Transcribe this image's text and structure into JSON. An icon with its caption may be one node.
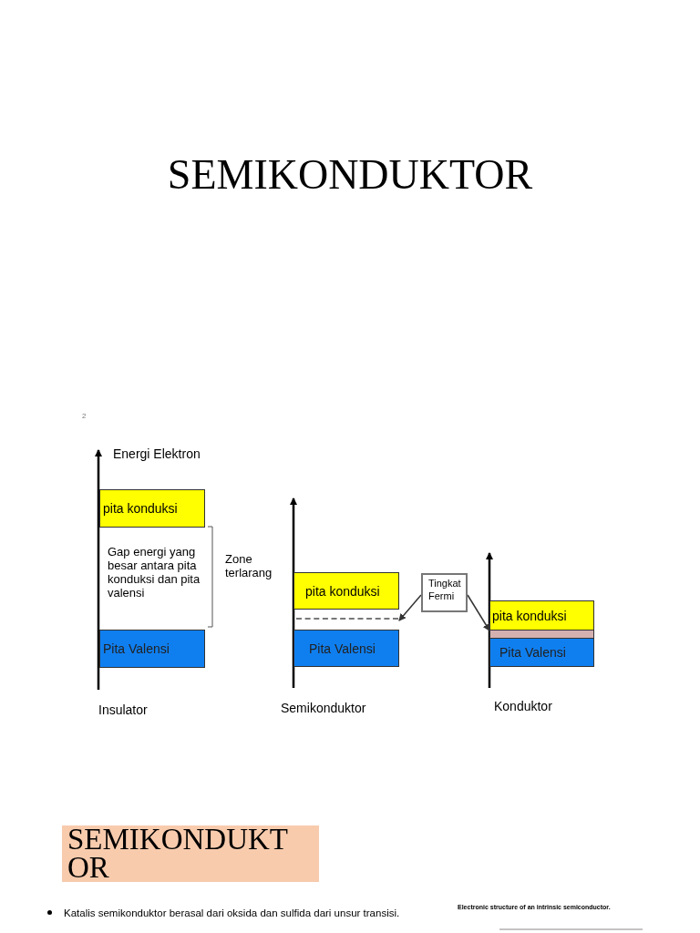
{
  "diagram": {
    "title": "SEMIKONDUKTOR",
    "nodes": [
      {
        "text": [
          "pita konduksi"
        ]
      },
      {
        "text": [
          "Pita Valensi"
        ]
      },
      {
        "text": [
          "pita konduksi"
        ]
      },
      {
        "text": [],
        "shape": "line"
      },
      {
        "text": [
          "Pita Valensi"
        ]
      },
      {
        "text": [
          "Tingkat Fermi"
        ]
      },
      {
        "text": [
          "pita konduksi"
        ]
      },
      {
        "text": [],
        "shape": "bar"
      },
      {
        "text": [
          "Pita Valensi"
        ]
      },
      {
        "text": [
          "SEMIKONDUKTOR"
        ]
      }
    ],
    "edges": [
      {
        "from": 5,
        "to": 3,
        "arrow": "to"
      },
      {
        "from": 5,
        "to": 7,
        "arrow": "to"
      }
    ],
    "labels": [
      "2",
      "Energi Elektron",
      "Gap energi yang besar antara pita konduksi dan pita valensi",
      "Zone terlarang",
      "Insulator",
      "Semikonduktor",
      "Konduktor",
      "Katalis semikonduktor berasal dari oksida dan sulfida dari unsur transisi.",
      "Electronic structure of an intrinsic semiconductor."
    ]
  }
}
